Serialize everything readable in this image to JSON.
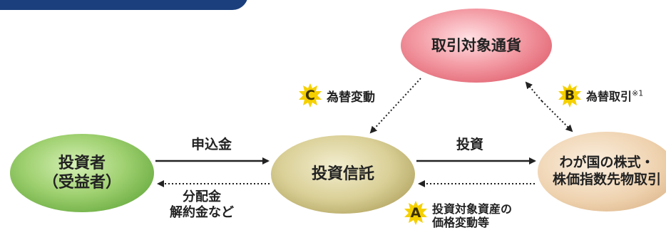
{
  "nodes": {
    "investor": {
      "line1": "投資者",
      "line2": "（受益者）"
    },
    "trust": {
      "label": "投資信託"
    },
    "currency": {
      "label": "取引対象通貨"
    },
    "stocks": {
      "line1": "わが国の株式・",
      "line2": "株価指数先物取引"
    }
  },
  "edges": {
    "subscription": "申込金",
    "distribution_line1": "分配金",
    "distribution_line2": "解約金など",
    "investment": "投資"
  },
  "factors": {
    "a": {
      "letter": "A",
      "line1": "投資対象資産の",
      "line2": "価格変動等"
    },
    "b": {
      "letter": "B",
      "label": "為替取引",
      "note": "※1"
    },
    "c": {
      "letter": "C",
      "label": "為替変動"
    }
  },
  "colors": {
    "banner": "#1b3f7c",
    "badge": "#f5d000",
    "investor": "#7cbc4a",
    "trust": "#c9bd7a",
    "currency": "#ee7f8b",
    "stocks": "#e8c9a4"
  }
}
